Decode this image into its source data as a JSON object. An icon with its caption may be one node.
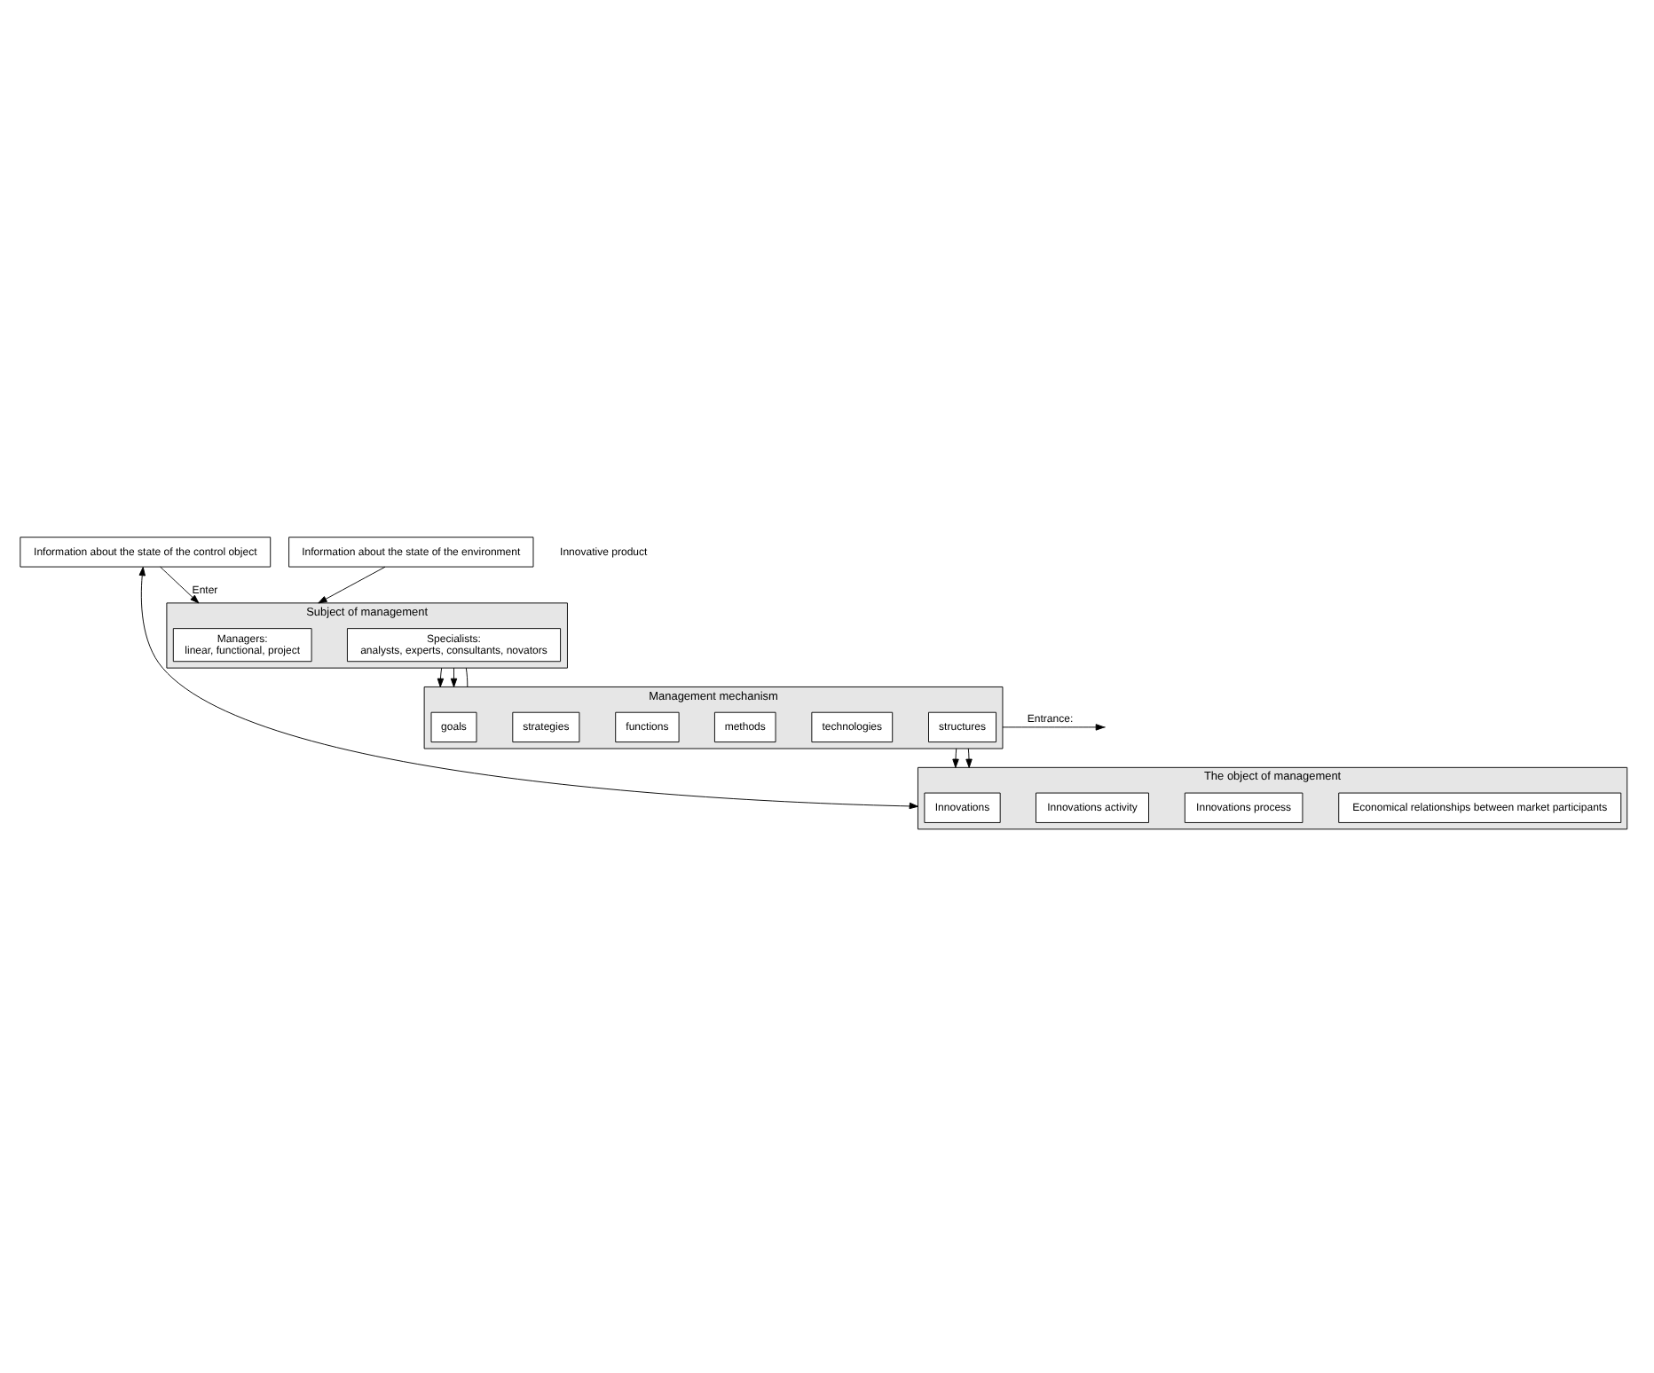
{
  "diagram": {
    "nodes": [
      {
        "text": [
          "Information about the state of the control object"
        ]
      },
      {
        "text": [
          "Information about the state of the environment"
        ]
      },
      {
        "text": [
          "Subject of management"
        ]
      },
      {
        "text": [
          "Managers:",
          "linear, functional, project"
        ],
        "in": 2
      },
      {
        "text": [
          "Specialists:",
          "analysts, experts, consultants, novators"
        ],
        "in": 2
      },
      {
        "text": [
          "Management mechanism"
        ]
      },
      {
        "text": [
          "goals"
        ],
        "in": 5
      },
      {
        "text": [
          "strategies"
        ],
        "in": 5
      },
      {
        "text": [
          "functions"
        ],
        "in": 5
      },
      {
        "text": [
          "methods"
        ],
        "in": 5
      },
      {
        "text": [
          "technologies"
        ],
        "in": 5
      },
      {
        "text": [
          "structures"
        ],
        "in": 5
      },
      {
        "text": [
          "The object of management"
        ]
      },
      {
        "text": [
          "Innovations"
        ],
        "in": 12
      },
      {
        "text": [
          "Innovations activity"
        ],
        "in": 12
      },
      {
        "text": [
          "Innovations process"
        ],
        "in": 12
      },
      {
        "text": [
          "Economical relationships between market participants"
        ],
        "in": 12
      }
    ],
    "edges": [
      {
        "from": 0,
        "to": 2,
        "arrow": "to",
        "label": "Enter"
      },
      {
        "from": 1,
        "to": 2,
        "arrow": "to"
      },
      {
        "from": 0,
        "to": 12,
        "arrow": "both"
      },
      {
        "from": 2,
        "to": 5,
        "arrow": "to"
      },
      {
        "from": 2,
        "to": 5,
        "arrow": "to"
      },
      {
        "from": 2,
        "to": 5,
        "arrow": "none"
      },
      {
        "from": 5,
        "to": null,
        "arrow": "to",
        "label": "Entrance:"
      },
      {
        "from": 5,
        "to": 12,
        "arrow": "to"
      },
      {
        "from": 5,
        "to": 12,
        "arrow": "to"
      }
    ],
    "labels": [
      "Innovative product"
    ]
  }
}
